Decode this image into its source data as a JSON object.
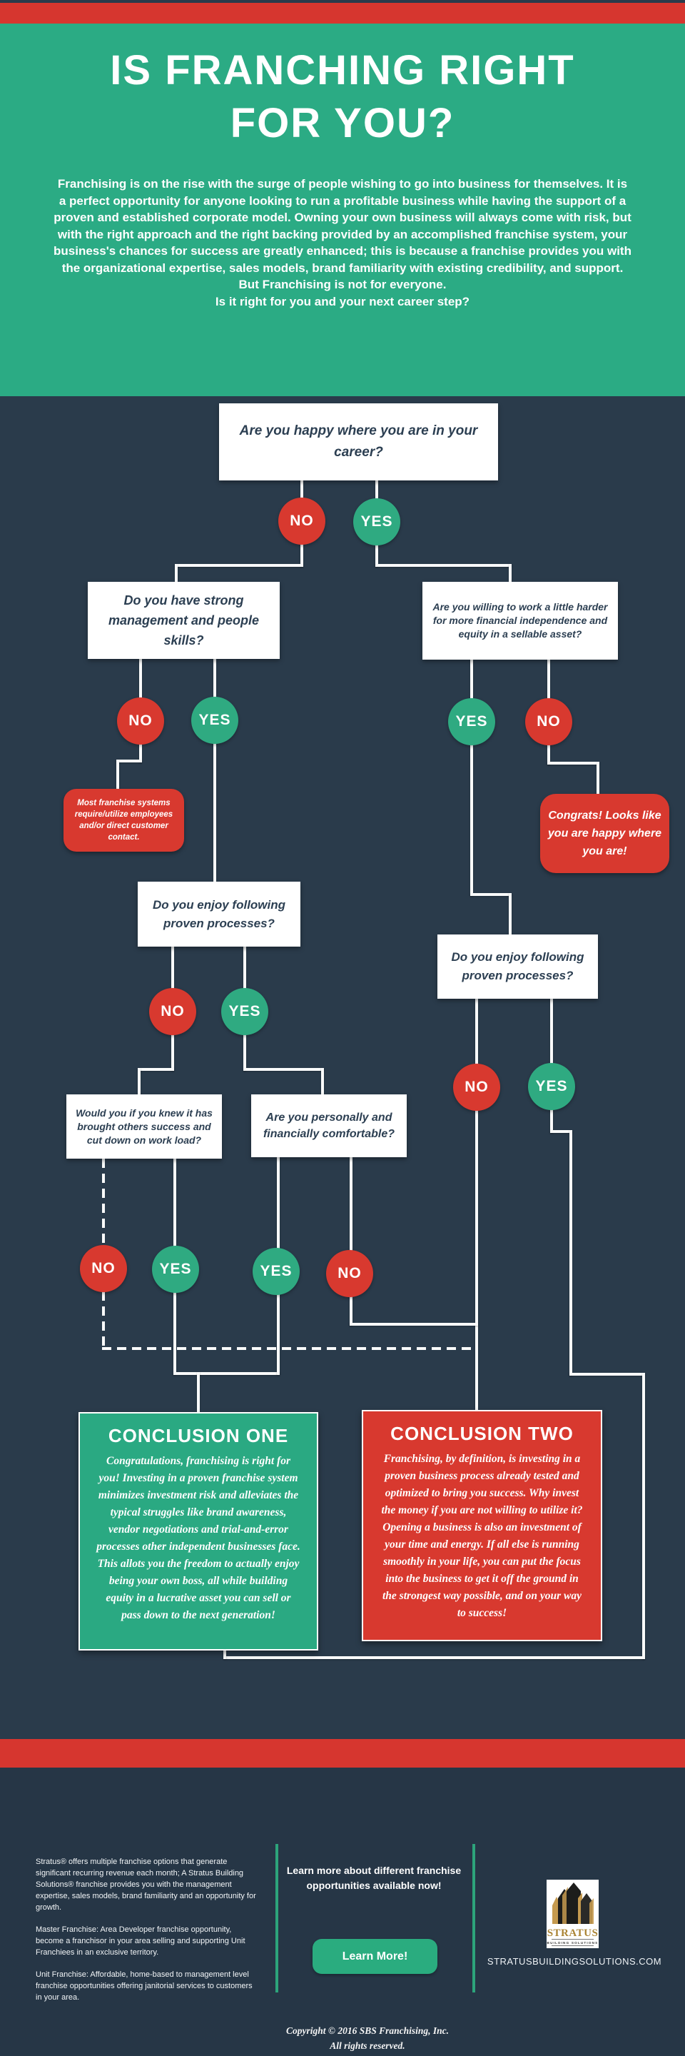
{
  "theme": {
    "background_navy": "#2a3b4b",
    "accent_red": "#d8392f",
    "accent_green": "#2bab84",
    "line_white": "#fafbfb"
  },
  "labels": {
    "yes": "YES",
    "no": "NO"
  },
  "header": {
    "title_line1": "IS FRANCHING RIGHT",
    "title_line2": "FOR YOU?",
    "intro": "Franchising is on the rise with the surge of people wishing to go into business for themselves. It is a perfect opportunity for anyone looking to run a profitable business while having the support of a proven and established corporate model. Owning your own business will always come with risk, but with the right approach and the right backing provided by an accomplished franchise system, your business's chances for success are greatly enhanced; this is because a franchise provides you with the organizational expertise, sales models, brand familiarity with existing credibility, and support. But Franchising is not for everyone.",
    "intro_question": "Is it right for you and your next career step?"
  },
  "flow": {
    "q1": "Are you happy where you are in your career?",
    "q2_left": "Do you have strong management and people skills?",
    "q2_right": "Are you willing to work a little harder for more financial independence and equity in a sellable asset?",
    "callout_left": "Most franchise systems require/utilize employees and/or direct customer contact.",
    "congrats": "Congrats! Looks like you are happy where you are!",
    "q3_left": "Do you enjoy following proven processes?",
    "q3_right": "Do you enjoy following proven processes?",
    "q4": "Would you if you knew it has brought others success and cut down on work load?",
    "q5": "Are you personally and financially comfortable?",
    "conclusion_one": {
      "title": "CONCLUSION ONE",
      "body": "Congratulations, franchising is right for you! Investing in a proven franchise system minimizes investment risk and alleviates the typical struggles like brand awareness, vendor negotiations and trial-and-error processes other independent businesses face. This allots you the freedom to actually enjoy being your own boss, all while building equity in a lucrative asset you can sell or pass down to the next generation!"
    },
    "conclusion_two": {
      "title": "CONCLUSION TWO",
      "body": "Franchising, by definition, is investing in a proven business process already tested and optimized to bring you success. Why invest the money if you are not willing to utilize it? Opening a business is also an investment of your time and energy. If all else is running smoothly in your life, you can put the focus into the business to get it off the ground in the strongest way possible, and on your way to success!"
    }
  },
  "footer": {
    "about": "Stratus® offers multiple franchise options that generate significant recurring revenue each month; A Stratus Building Solutions® franchise provides you with the management expertise, sales models, brand familiarity and an opportunity for growth.",
    "master": "Master Franchise: Area Developer franchise opportunity, become a franchisor in your area selling and supporting Unit Franchiees in an exclusive territory.",
    "unit": "Unit Franchise: Affordable, home-based to management level franchise opportunities offering janitorial services to customers in your area.",
    "cta": "Learn more about different franchise opportunities available now!",
    "button_label": "Learn More!",
    "logo_name": "STRATUS",
    "logo_sub": "BUILDING SOLUTIONS",
    "website": "STRATUSBUILDINGSOLUTIONS.COM",
    "copyright_line1": "Copyright © 2016 SBS Franchising, Inc.",
    "copyright_line2": "All rights reserved."
  }
}
